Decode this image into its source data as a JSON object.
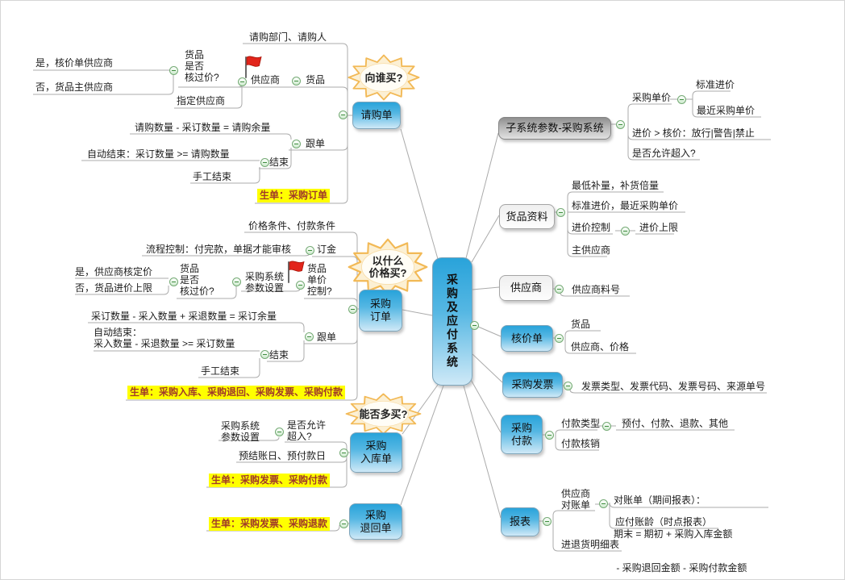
{
  "colors": {
    "line": "#ababab",
    "node_blue": "#2aa4db",
    "node_gray": "#8f8f8f",
    "highlight_bg": "#ffff00",
    "highlight_text": "#a03a28",
    "collapse_green": "#74aa74",
    "flag_red": "#e2251b",
    "burst_orange": "#f2b956"
  },
  "icons": {
    "collapse": "minus-circle",
    "flag": "red-flag-marker",
    "burst": "explosion-callout"
  },
  "center": {
    "label": "采购及应付系统"
  },
  "bursts": {
    "who": "向谁买?",
    "price1": "以什么",
    "price2": "价格买?",
    "more": "能否多买?"
  },
  "req": {
    "node": "请购单",
    "dept": "请购部门、请购人",
    "goods": "货品",
    "supplier": "供应商",
    "checked1": "货品",
    "checked2": "是否",
    "checked3": "核过价?",
    "yes": "是，核价单供应商",
    "no": "否，货品主供应商",
    "assigned": "指定供应商",
    "formula": "请购数量 - 采订数量 = 请购余量",
    "follow": "跟单",
    "auto": "自动结束：采订数量 >= 请购数量",
    "end": "结束",
    "manual": "手工结束",
    "gen": "生单：采购订单"
  },
  "po": {
    "node1": "采购",
    "node2": "订单",
    "terms": "价格条件、付款条件",
    "flow": "流程控制：付完款，单据才能审核",
    "deposit": "订金",
    "yes": "是，供应商核定价",
    "no": "否，货品进价上限",
    "checked1": "货品",
    "checked2": "是否",
    "checked3": "核过价?",
    "params1": "采购系统",
    "params2": "参数设置",
    "ctrl1": "货品",
    "ctrl2": "单价",
    "ctrl3": "控制?",
    "formula": "采订数量 - 采入数量 + 采退数量 = 采订余量",
    "follow": "跟单",
    "auto1": "自动结束：",
    "auto2": "采入数量 - 采退数量 >= 采订数量",
    "end": "结束",
    "manual": "手工结束",
    "gen": "生单：采购入库、采购退回、采购发票、采购付款"
  },
  "rcpt": {
    "node1": "采购",
    "node2": "入库单",
    "params1": "采购系统",
    "params2": "参数设置",
    "over1": "是否允许",
    "over2": "超入?",
    "dates": "预结账日、预付款日",
    "gen": "生单：采购发票、采购付款"
  },
  "ret": {
    "node1": "采购",
    "node2": "退回单",
    "gen": "生单：采购发票、采购退款"
  },
  "subsys": {
    "node": "子系统参数-采购系统",
    "unit": "采购单价",
    "std": "标准进价",
    "recent": "最近采购单价",
    "rule": "进价 > 核价：放行|警告|禁止",
    "over": "是否允许超入?"
  },
  "goods": {
    "node": "货品资料",
    "min": "最低补量，补货倍量",
    "std": "标准进价，最近采购单价",
    "ctrl": "进价控制",
    "limit": "进价上限",
    "main": "主供应商"
  },
  "sup": {
    "node": "供应商",
    "item": "供应商料号"
  },
  "price_doc": {
    "node": "核价单",
    "goods": "货品",
    "sp": "供应商、价格"
  },
  "inv": {
    "node": "采购发票",
    "info": "发票类型、发票代码、发票号码、来源单号"
  },
  "pay": {
    "node1": "采购",
    "node2": "付款",
    "type": "付款类型",
    "opts": "预付、付款、退款、其他",
    "writeoff": "付款核销"
  },
  "rpt": {
    "node": "报表",
    "st1": "供应商",
    "st2": "对账单",
    "p1": "对账单（期间报表）：",
    "p2": "期末 = 期初 + 采购入库金额",
    "p3": " - 采购退回金额 - 采购付款金额",
    "aging": "应付账龄（时点报表）",
    "detail": "进退货明细表"
  }
}
